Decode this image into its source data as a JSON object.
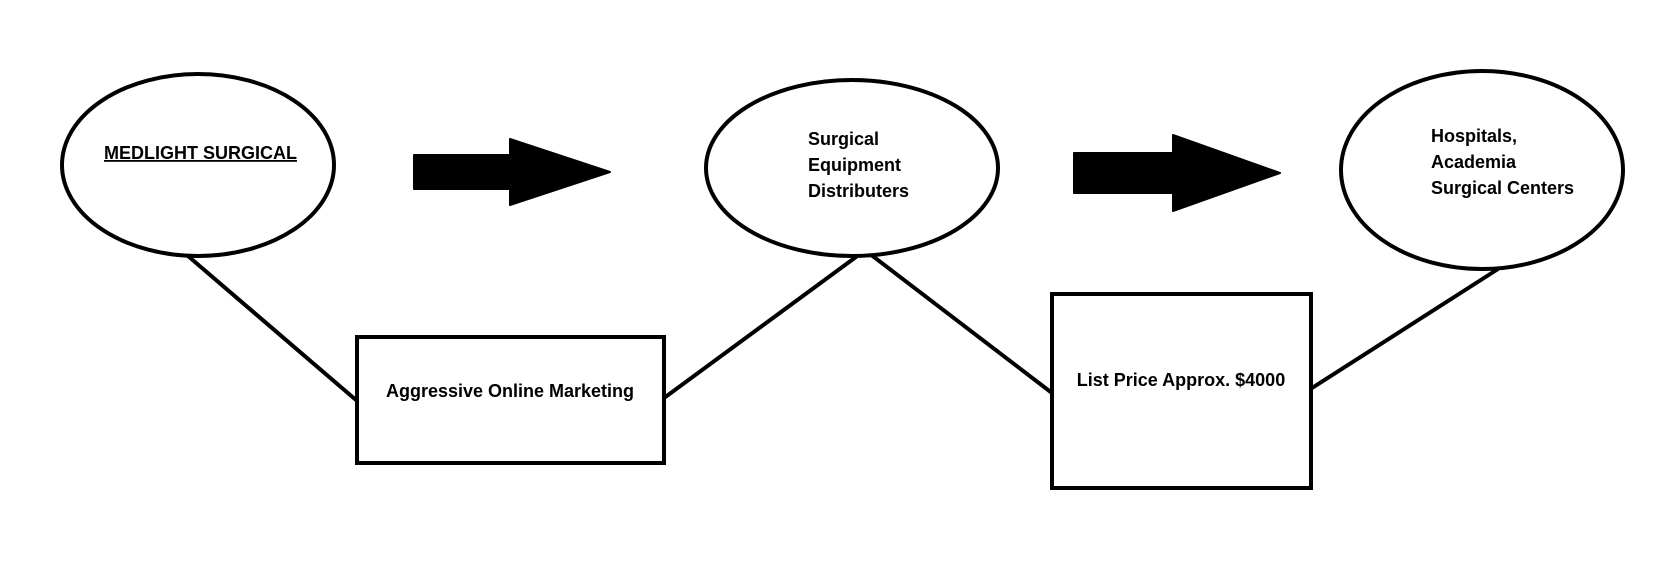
{
  "nodes": {
    "medlight": {
      "label": "MEDLIGHT SURGICAL"
    },
    "distributors": {
      "lines": [
        "Surgical",
        "Equipment",
        "Distributers"
      ]
    },
    "customers": {
      "lines": [
        "Hospitals,",
        "Academia",
        "Surgical Centers"
      ]
    }
  },
  "boxes": {
    "marketing": {
      "label": "Aggressive Online Marketing"
    },
    "price": {
      "label": "List Price Approx. $4000"
    }
  },
  "colors": {
    "stroke": "#000000",
    "fill": "#ffffff",
    "arrow": "#000000"
  },
  "icons": {
    "flow_arrow_1": "right-arrow-icon",
    "flow_arrow_2": "right-arrow-icon"
  }
}
